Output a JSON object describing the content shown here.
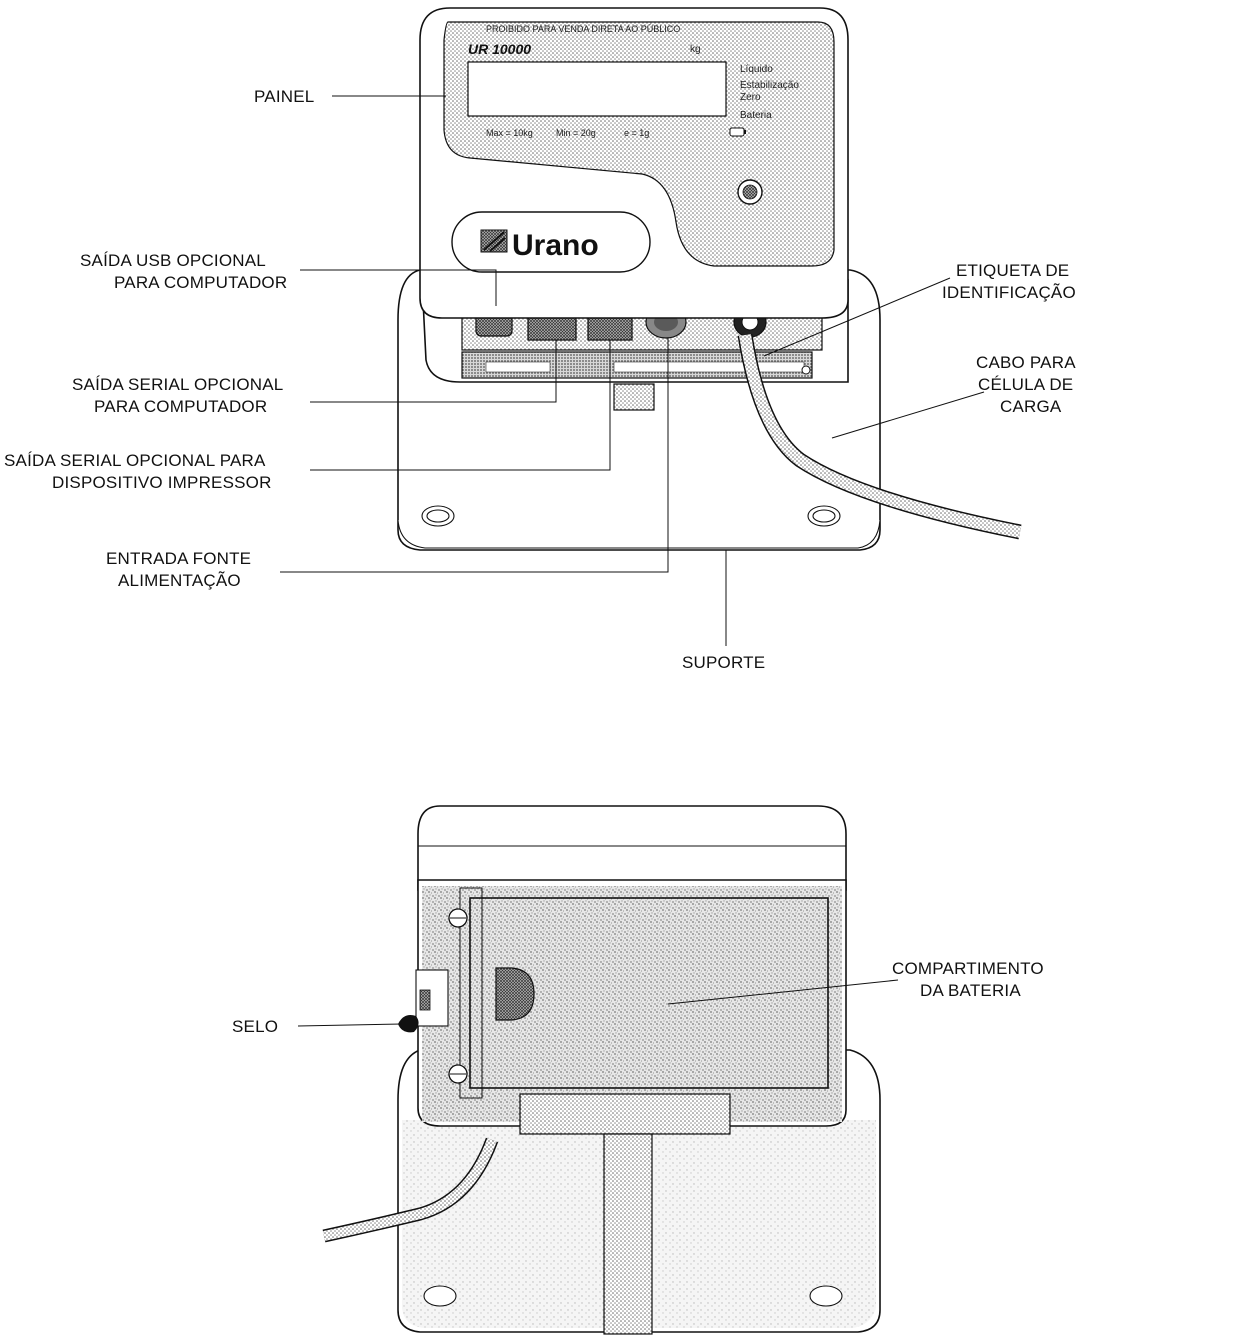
{
  "front_view": {
    "panel_label": "PAINEL",
    "usb_label_line1": "SAÍDA USB OPCIONAL",
    "usb_label_line2": "PARA COMPUTADOR",
    "serial_pc_label_line1": "SAÍDA SERIAL OPCIONAL",
    "serial_pc_label_line2": "PARA COMPUTADOR",
    "serial_printer_label_line1": "SAÍDA SERIAL OPCIONAL PARA",
    "serial_printer_label_line2": "DISPOSITIVO IMPRESSOR",
    "power_label_line1": "ENTRADA FONTE",
    "power_label_line2": "ALIMENTAÇÃO",
    "stand_label": "SUPORTE",
    "id_tag_label_line1": "ETIQUETA DE",
    "id_tag_label_line2": "IDENTIFICAÇÃO",
    "cable_label_line1": "CABO PARA",
    "cable_label_line2": "CÉLULA DE",
    "cable_label_line3": "CARGA"
  },
  "device_panel": {
    "top_notice": "PROIBIDO PARA VENDA DIRETA AO PÚBLICO",
    "model": "UR 10000",
    "unit": "kg",
    "indicators": [
      "Líquido",
      "Estabilização",
      "Zero",
      "Bateria"
    ],
    "spec_max": "Max = 10kg",
    "spec_min": "Min = 20g",
    "spec_e": "e = 1g",
    "brand": "Urano"
  },
  "rear_view": {
    "battery_label_line1": "COMPARTIMENTO",
    "battery_label_line2": "DA BATERIA",
    "seal_label": "SELO"
  },
  "icons": [
    "urano-logo-icon",
    "on-off-icon",
    "battery-indicator-icon"
  ]
}
